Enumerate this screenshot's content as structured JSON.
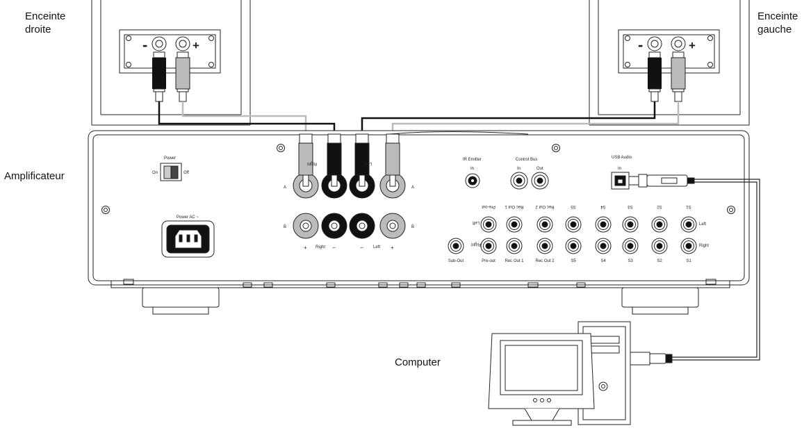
{
  "labels": {
    "right_speaker": [
      "Enceinte",
      "droite"
    ],
    "left_speaker": [
      "Enceinte",
      "gauche"
    ],
    "amplifier": "Amplificateur",
    "computer": "Computer"
  },
  "speaker_polarity": {
    "minus": "-",
    "plus": "+"
  },
  "panel": {
    "power": "Power",
    "on": "On",
    "off": "Off",
    "power_ac": "Power AC ~",
    "right_mirrored": "Right",
    "left_mirrored": "Left",
    "row_a": "A",
    "row_b": "B",
    "plus": "+",
    "minus": "−",
    "right": "Right",
    "left": "Left",
    "ir_emitter": "IR Emitter",
    "control_bus": "Control Bus",
    "in": "In",
    "out": "Out",
    "usb_audio": "USB Audio",
    "usb_in": "In",
    "top_jack_labels": [
      "Pre-out",
      "Rec Out 1",
      "Rec Out 2",
      "S5",
      "S4",
      "S3",
      "S2",
      "S1"
    ],
    "bottom_jack_labels": [
      "Sub-Out",
      "Pre-out",
      "Rec Out 1",
      "Rec Out 2",
      "S5",
      "S4",
      "S3",
      "S2",
      "S1"
    ],
    "jack_row_left": "Left",
    "jack_row_right": "Right"
  },
  "colors": {
    "black_wire": "#111111",
    "grey_wire": "#bbbbbb",
    "outline": "#222222",
    "panel_fill": "#ffffff"
  }
}
